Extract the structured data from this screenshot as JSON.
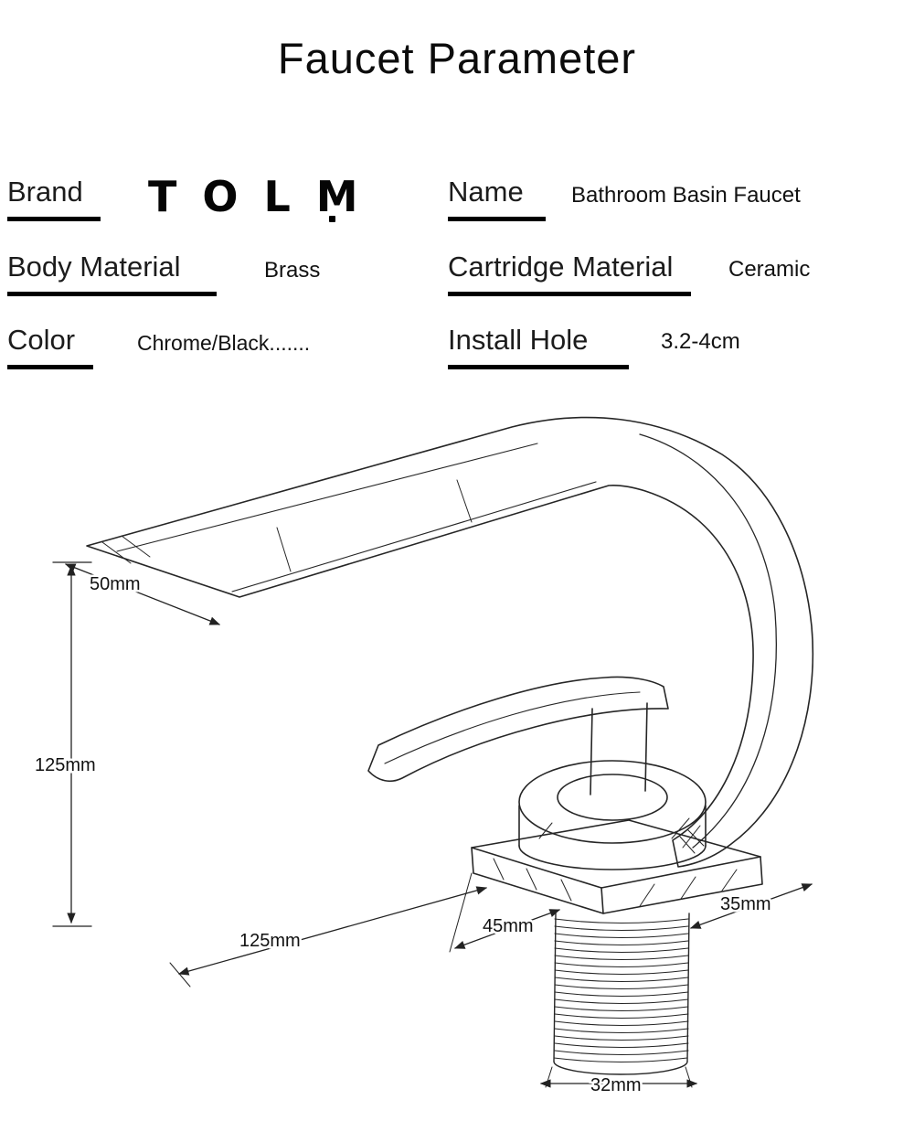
{
  "title": "Faucet Parameter",
  "specs": {
    "brand": {
      "label": "Brand",
      "value": "TOLM"
    },
    "name": {
      "label": "Name",
      "value": "Bathroom Basin Faucet"
    },
    "body_material": {
      "label": "Body Material",
      "value": "Brass"
    },
    "cartridge_material": {
      "label": "Cartridge Material",
      "value": "Ceramic"
    },
    "color": {
      "label": "Color",
      "value": "Chrome/Black......."
    },
    "install_hole": {
      "label": "Install Hole",
      "value": "3.2-4cm"
    }
  },
  "diagram": {
    "dim_spout_width": "50mm",
    "dim_height": "125mm",
    "dim_depth": "125mm",
    "dim_base_width": "45mm",
    "dim_base_depth": "35mm",
    "dim_pipe_diameter": "32mm"
  },
  "colors": {
    "ink": "#111111",
    "underline": "#000000",
    "background": "#ffffff"
  }
}
